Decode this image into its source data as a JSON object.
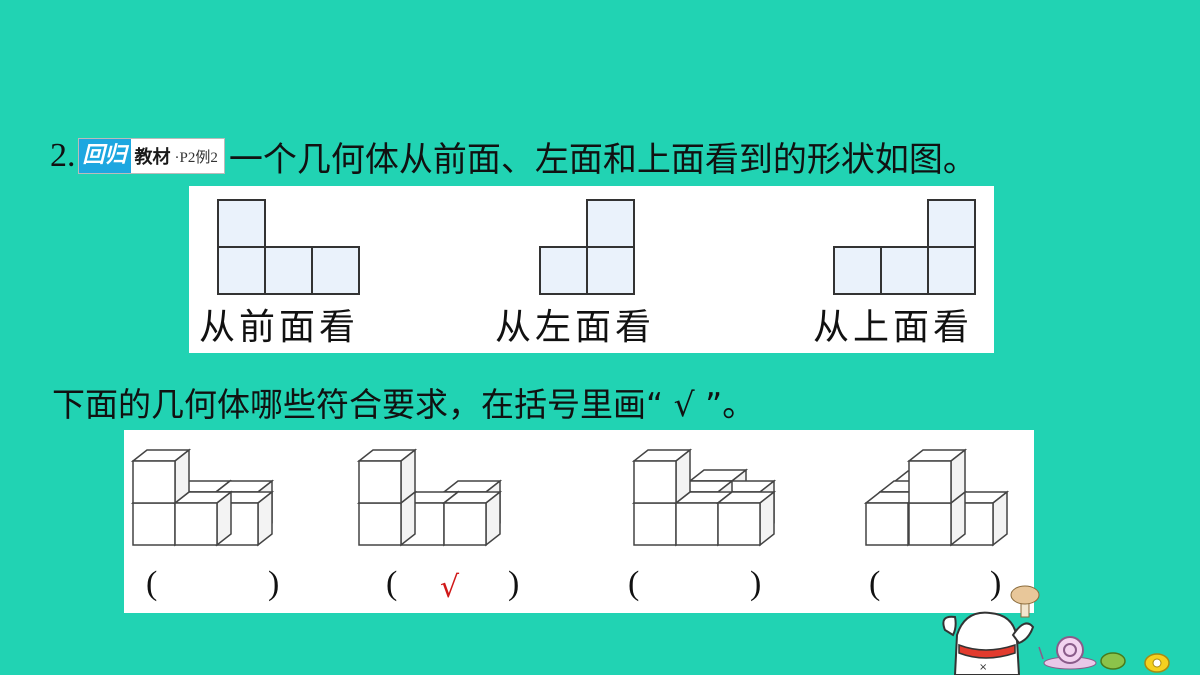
{
  "question": {
    "number": "2.",
    "badge_logo": "回归",
    "badge_text": "教材",
    "badge_ref": "·P2例2",
    "text": "一个几何体从前面、左面和上面看到的形状如图。"
  },
  "views": [
    {
      "label": "从前面看"
    },
    {
      "label": "从左面看"
    },
    {
      "label": "从上面看"
    }
  ],
  "subquestion": "下面的几何体哪些符合要求，在括号里画“ √ ”。",
  "options": [
    {
      "open": "(",
      "close": ")",
      "answer": ""
    },
    {
      "open": "(",
      "close": ")",
      "answer": "√"
    },
    {
      "open": "(",
      "close": ")",
      "answer": ""
    },
    {
      "open": "(",
      "close": ")",
      "answer": ""
    }
  ],
  "colors": {
    "background": "#21d3b3",
    "square_fill": "#eaf2fb",
    "check_color": "#d01818"
  }
}
